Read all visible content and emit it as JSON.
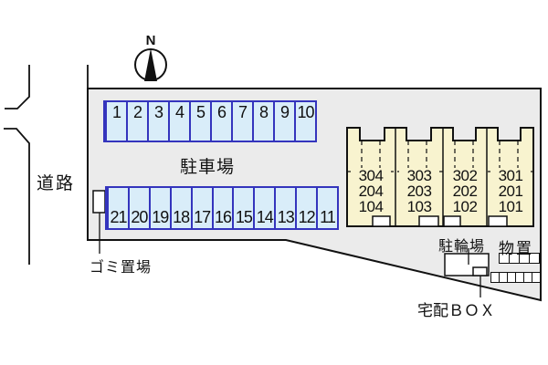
{
  "compass": {
    "label": "N"
  },
  "road": {
    "label": "道路"
  },
  "parking": {
    "label": "駐車場",
    "top_row": [
      "1",
      "2",
      "3",
      "4",
      "5",
      "6",
      "7",
      "8",
      "9",
      "10"
    ],
    "bottom_row": [
      "21",
      "20",
      "19",
      "18",
      "17",
      "16",
      "15",
      "14",
      "13",
      "12",
      "11"
    ]
  },
  "building": {
    "columns": [
      {
        "units": [
          "304",
          "204",
          "104"
        ]
      },
      {
        "units": [
          "303",
          "203",
          "103"
        ]
      },
      {
        "units": [
          "302",
          "202",
          "102"
        ]
      },
      {
        "units": [
          "301",
          "201",
          "101"
        ]
      }
    ]
  },
  "facilities": {
    "garbage": "ゴミ置場",
    "bicycle": "駐輪場",
    "storage": "物置",
    "delivery": "宅配ＢＯＸ"
  },
  "colors": {
    "parcel_fill": "#ebebeb",
    "parking_fill": "#d9edf9",
    "parking_border": "#3434bd",
    "building_fill": "#f8f3cf"
  }
}
